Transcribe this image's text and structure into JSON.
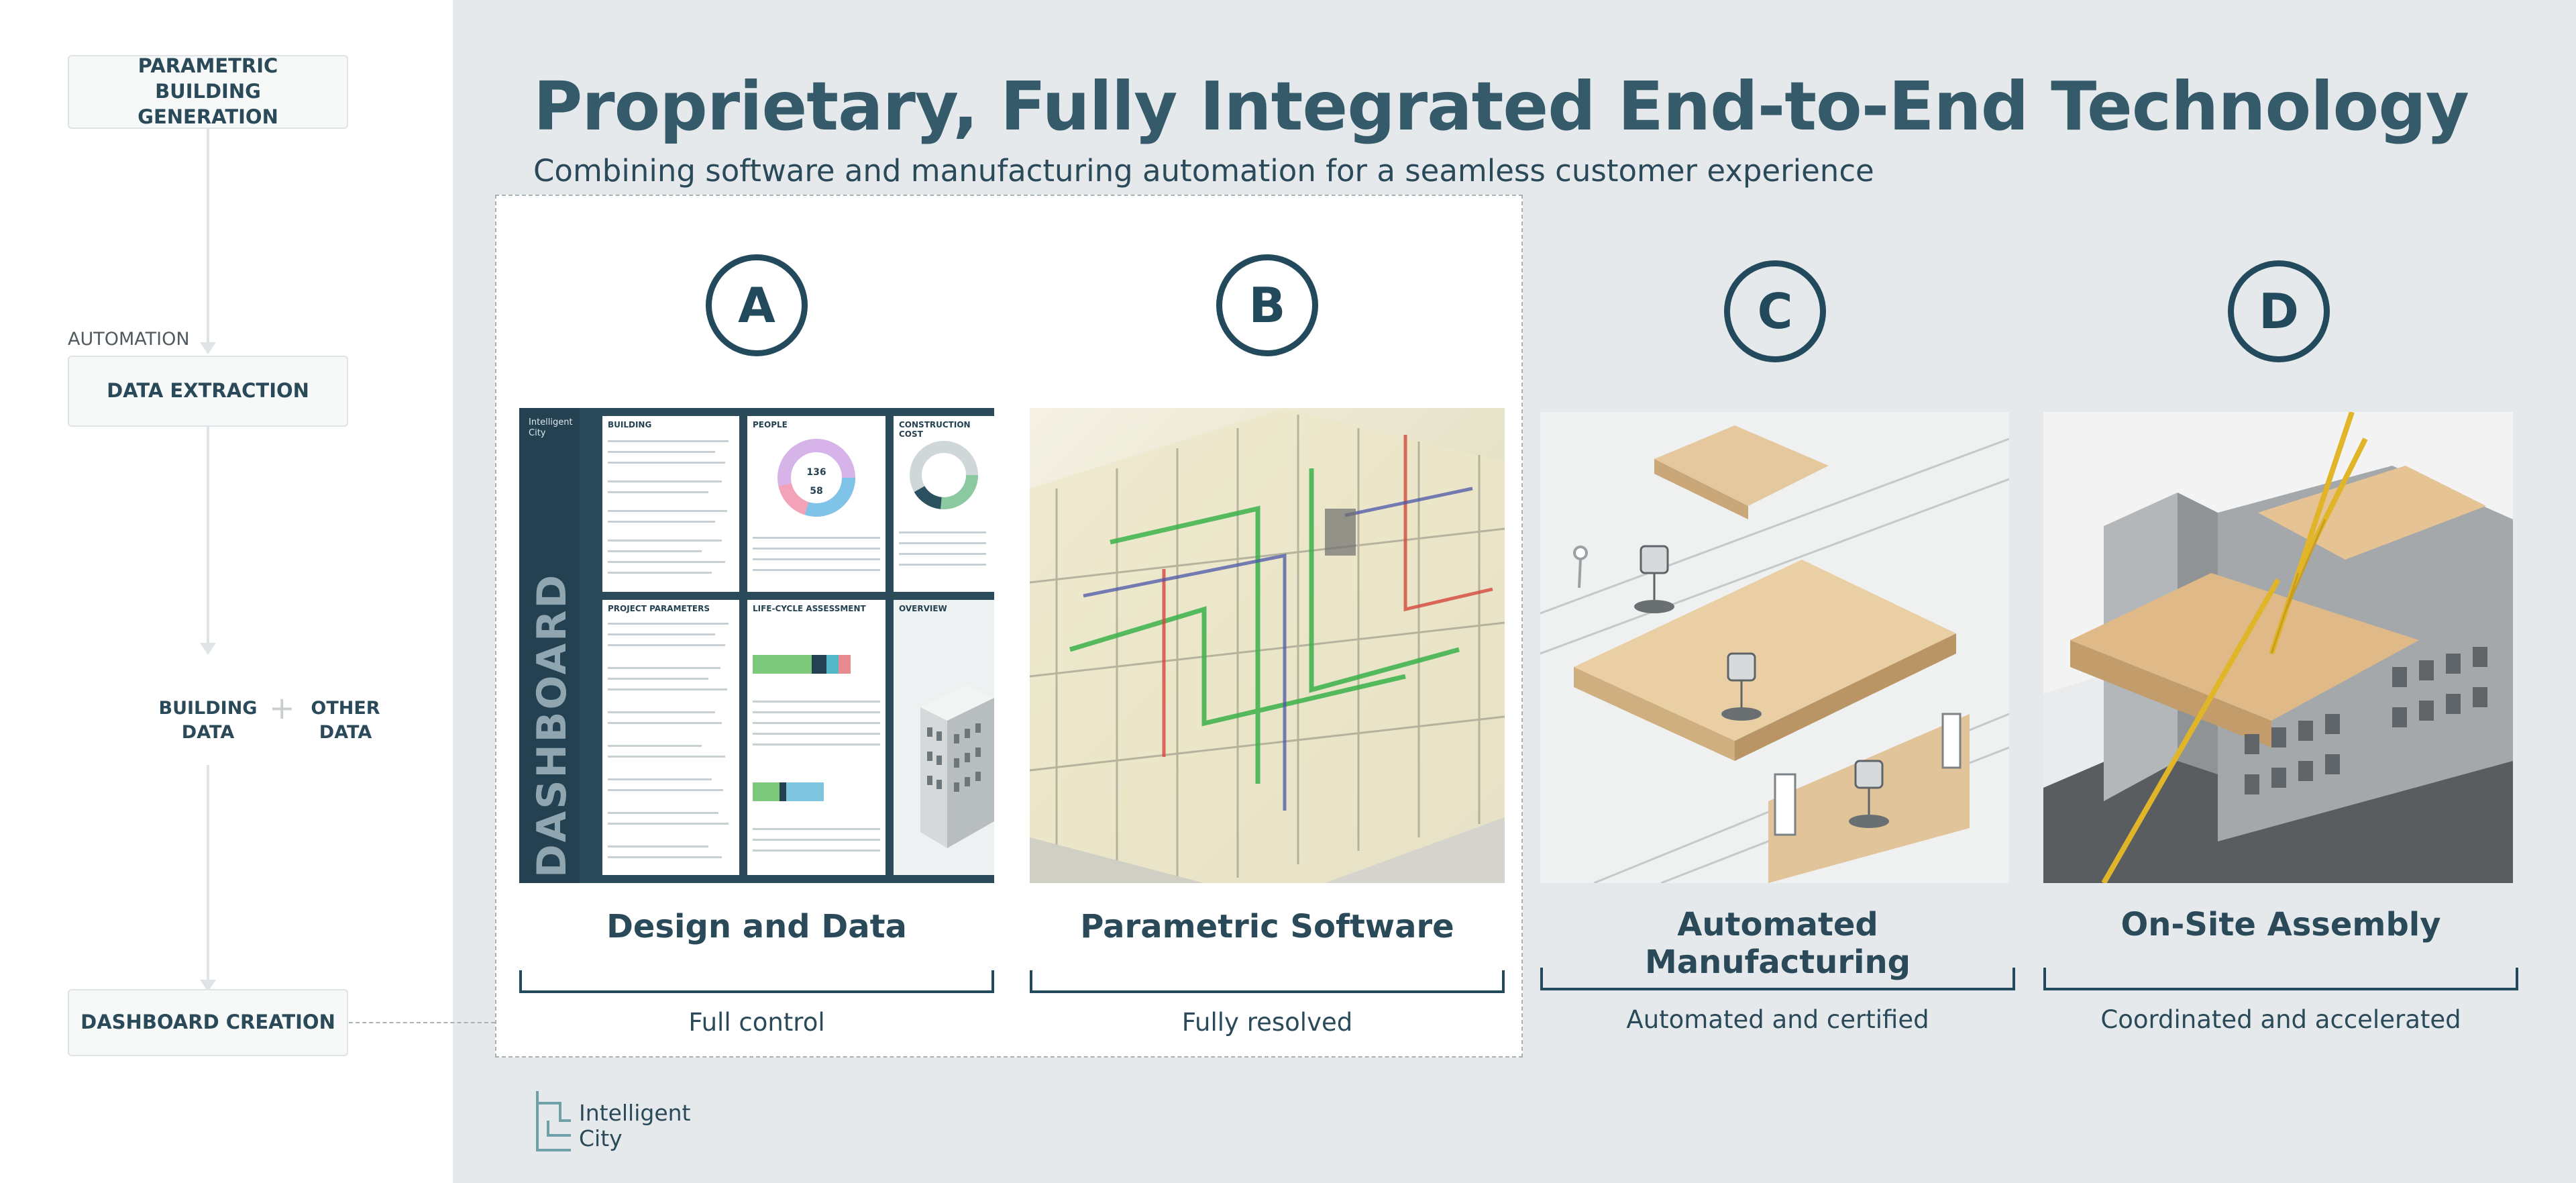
{
  "flow": {
    "step1": "PARAMETRIC BUILDING GENERATION",
    "automation_label": "AUTOMATION",
    "step2": "DATA EXTRACTION",
    "building_data": "BUILDING DATA",
    "plus": "+",
    "other_data": "OTHER DATA",
    "step3": "DASHBOARD CREATION"
  },
  "header": {
    "title": "Proprietary, Fully Integrated End-to-End Technology",
    "subtitle": "Combining software and manufacturing automation for a seamless customer experience"
  },
  "stages": [
    {
      "letter": "A",
      "title": "Design and Data",
      "caption": "Full control"
    },
    {
      "letter": "B",
      "title": "Parametric Software",
      "caption": "Fully resolved"
    },
    {
      "letter": "C",
      "title": "Automated Manufacturing",
      "caption": "Automated and certified"
    },
    {
      "letter": "D",
      "title": "On-Site Assembly",
      "caption": "Coordinated and accelerated"
    }
  ],
  "dashboard": {
    "logo": "Intelligent City",
    "vertical_label": "DASHBOARD",
    "cards": [
      "BUILDING",
      "PEOPLE",
      "CONSTRUCTION COST",
      "PROJECT PARAMETERS",
      "LIFE-CYCLE ASSESSMENT",
      "OVERVIEW"
    ],
    "people_total": "136",
    "people_sub": "58"
  },
  "footer": {
    "logo_line1": "Intelligent",
    "logo_line2": "City"
  },
  "colors": {
    "navy": "#234a5c",
    "title": "#355a6a",
    "background": "#e5e9eb",
    "panel": "#ffffff"
  }
}
